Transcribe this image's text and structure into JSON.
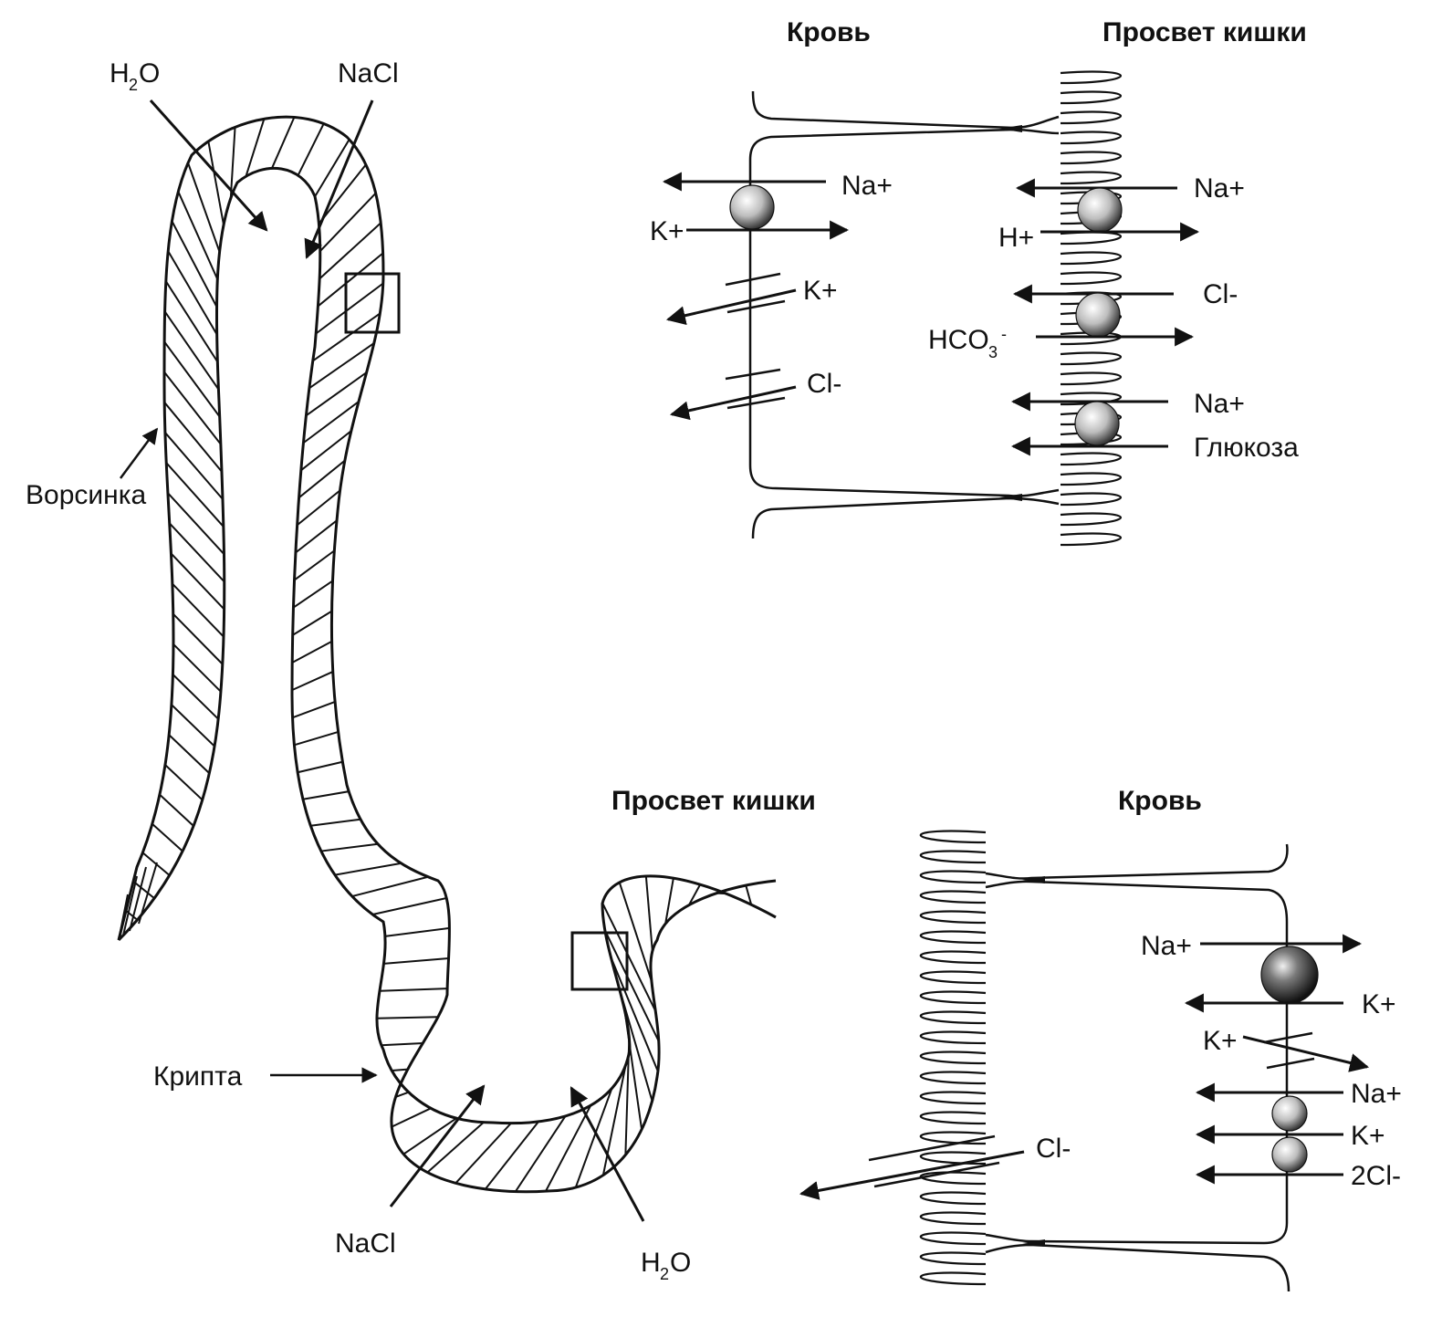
{
  "tissue": {
    "villus_label": "Ворсинка",
    "crypt_label": "Крипта",
    "villus_water": {
      "base": "H",
      "sub": "2",
      "rest": "O"
    },
    "villus_salt": "NaCl",
    "crypt_salt": "NaCl",
    "crypt_water": {
      "base": "H",
      "sub": "2",
      "rest": "O"
    }
  },
  "villus_cell": {
    "blood_header": "Кровь",
    "lumen_header": "Просвет кишки",
    "basolateral": {
      "pump_na": "Na+",
      "pump_k": "K+",
      "channel_k": "K+",
      "channel_cl": "Cl-"
    },
    "apical": {
      "exch1_na": "Na+",
      "exch1_h": "H+",
      "exch2_cl": "Cl-",
      "exch2_hco3": {
        "base": "HCO",
        "sub": "3",
        "sup": "-"
      },
      "cotr_na": "Na+",
      "cotr_glucose": "Глюкоза"
    }
  },
  "crypt_cell": {
    "lumen_header": "Просвет кишки",
    "blood_header": "Кровь",
    "apical": {
      "channel_cl": "Cl-"
    },
    "basolateral": {
      "pump_na": "Na+",
      "pump_k": "K+",
      "channel_k": "K+",
      "cotr_na": "Na+",
      "cotr_k": "K+",
      "cotr_2cl": "2Cl-"
    }
  },
  "colors": {
    "ink": "#111111",
    "background": "#ffffff"
  }
}
